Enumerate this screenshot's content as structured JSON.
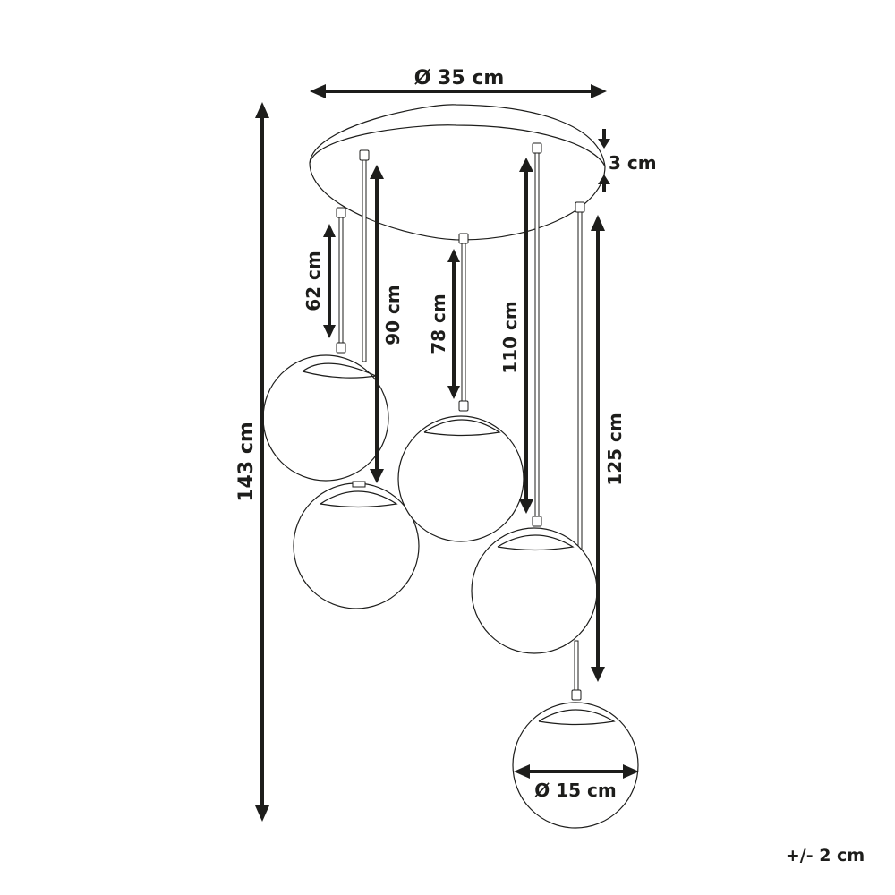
{
  "diagram": {
    "type": "product-dimension-drawing",
    "subject": "5-globe pendant lamp with round canopy",
    "colors": {
      "line": "#1d1d1b",
      "background": "#ffffff"
    },
    "dimensions": {
      "canopy_diameter": "Ø 35 cm",
      "canopy_height": "3 cm",
      "overall_height": "143 cm",
      "cable_1": "62 cm",
      "cable_2": "90 cm",
      "cable_3": "78 cm",
      "cable_4": "110 cm",
      "cable_5": "125 cm",
      "globe_diameter": "Ø 15 cm"
    },
    "tolerance": "+/- 2 cm"
  }
}
